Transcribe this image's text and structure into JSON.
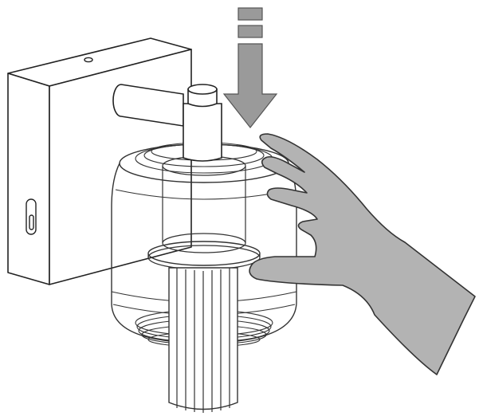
{
  "figure": {
    "kind": "installation-illustration",
    "parts": [
      "wall-bracket",
      "mounting-hole",
      "side-slot",
      "connector-pipe",
      "transparent-housing",
      "filter-cartridge",
      "outlet-tube",
      "hand"
    ],
    "colors": {
      "line": "#222222",
      "arrow_fill": "#9a9a9a",
      "hand_fill": "#b3b3b3",
      "background": "#ffffff"
    }
  }
}
